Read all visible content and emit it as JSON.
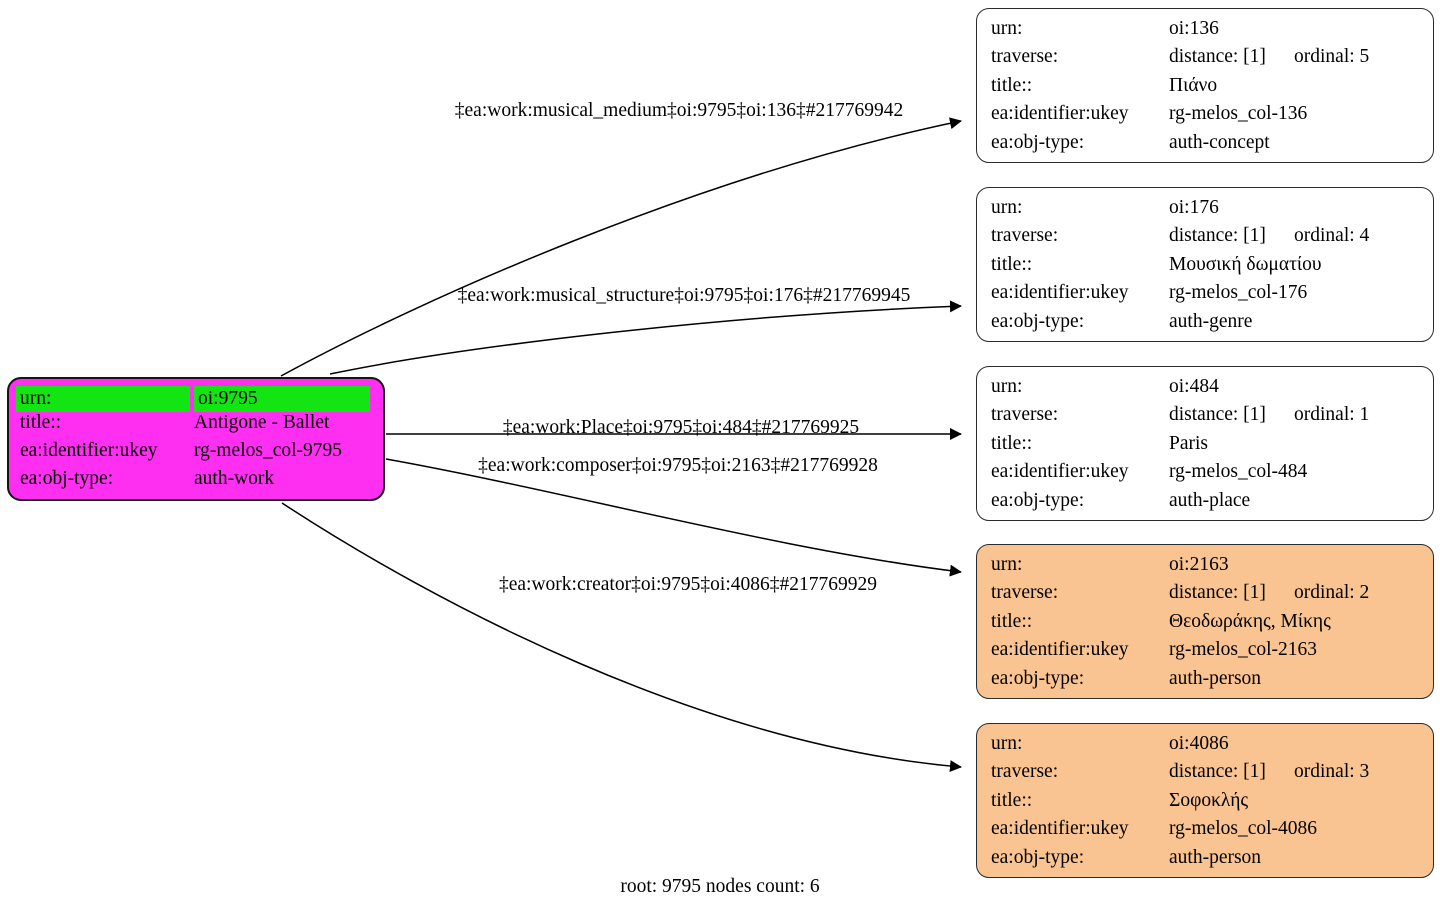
{
  "diagram": {
    "footer": "root: 9795 nodes count: 6",
    "colors": {
      "root_fill": "#ff2ff2",
      "root_highlight": "#12e512",
      "person_fill": "#fac392",
      "concept_fill": "#ffffff",
      "edge_stroke": "#000000",
      "border": "#2b2b2b"
    }
  },
  "root": {
    "rows": [
      {
        "key": "urn:",
        "value": "oi:9795",
        "highlight": true
      },
      {
        "key": "title::",
        "value": "Antigone - Ballet",
        "highlight": false
      },
      {
        "key": "ea:identifier:ukey",
        "value": "rg-melos_col-9795",
        "highlight": false
      },
      {
        "key": "ea:obj-type:",
        "value": "auth-work",
        "highlight": false
      }
    ]
  },
  "nodes": [
    {
      "id": "oi-136",
      "kind": "concept",
      "rows": [
        {
          "key": "urn:",
          "value": "oi:136"
        },
        {
          "key": "traverse:",
          "distance": "distance: [1]",
          "ordinal": "ordinal: 5"
        },
        {
          "key": "title::",
          "value": "Πιάνο"
        },
        {
          "key": "ea:identifier:ukey",
          "value": "rg-melos_col-136"
        },
        {
          "key": "ea:obj-type:",
          "value": "auth-concept"
        }
      ]
    },
    {
      "id": "oi-176",
      "kind": "concept",
      "rows": [
        {
          "key": "urn:",
          "value": "oi:176"
        },
        {
          "key": "traverse:",
          "distance": "distance: [1]",
          "ordinal": "ordinal: 4"
        },
        {
          "key": "title::",
          "value": "Μουσική δωματίου"
        },
        {
          "key": "ea:identifier:ukey",
          "value": "rg-melos_col-176"
        },
        {
          "key": "ea:obj-type:",
          "value": "auth-genre"
        }
      ]
    },
    {
      "id": "oi-484",
      "kind": "concept",
      "rows": [
        {
          "key": "urn:",
          "value": "oi:484"
        },
        {
          "key": "traverse:",
          "distance": "distance: [1]",
          "ordinal": "ordinal: 1"
        },
        {
          "key": "title::",
          "value": "Paris"
        },
        {
          "key": "ea:identifier:ukey",
          "value": "rg-melos_col-484"
        },
        {
          "key": "ea:obj-type:",
          "value": "auth-place"
        }
      ]
    },
    {
      "id": "oi-2163",
      "kind": "person",
      "rows": [
        {
          "key": "urn:",
          "value": "oi:2163"
        },
        {
          "key": "traverse:",
          "distance": "distance: [1]",
          "ordinal": "ordinal: 2"
        },
        {
          "key": "title::",
          "value": "Θεοδωράκης, Μίκης"
        },
        {
          "key": "ea:identifier:ukey",
          "value": "rg-melos_col-2163"
        },
        {
          "key": "ea:obj-type:",
          "value": "auth-person"
        }
      ]
    },
    {
      "id": "oi-4086",
      "kind": "person",
      "rows": [
        {
          "key": "urn:",
          "value": "oi:4086"
        },
        {
          "key": "traverse:",
          "distance": "distance: [1]",
          "ordinal": "ordinal: 3"
        },
        {
          "key": "title::",
          "value": "Σοφοκλής"
        },
        {
          "key": "ea:identifier:ukey",
          "value": "rg-melos_col-4086"
        },
        {
          "key": "ea:obj-type:",
          "value": "auth-person"
        }
      ]
    }
  ],
  "edges": [
    {
      "id": "e-musical-medium",
      "label": "‡ea:work:musical_medium‡oi:9795‡oi:136‡#217769942"
    },
    {
      "id": "e-musical-structure",
      "label": "‡ea:work:musical_structure‡oi:9795‡oi:176‡#217769945"
    },
    {
      "id": "e-place",
      "label": "‡ea:work:Place‡oi:9795‡oi:484‡#217769925"
    },
    {
      "id": "e-composer",
      "label": "‡ea:work:composer‡oi:9795‡oi:2163‡#217769928"
    },
    {
      "id": "e-creator",
      "label": "‡ea:work:creator‡oi:9795‡oi:4086‡#217769929"
    }
  ]
}
